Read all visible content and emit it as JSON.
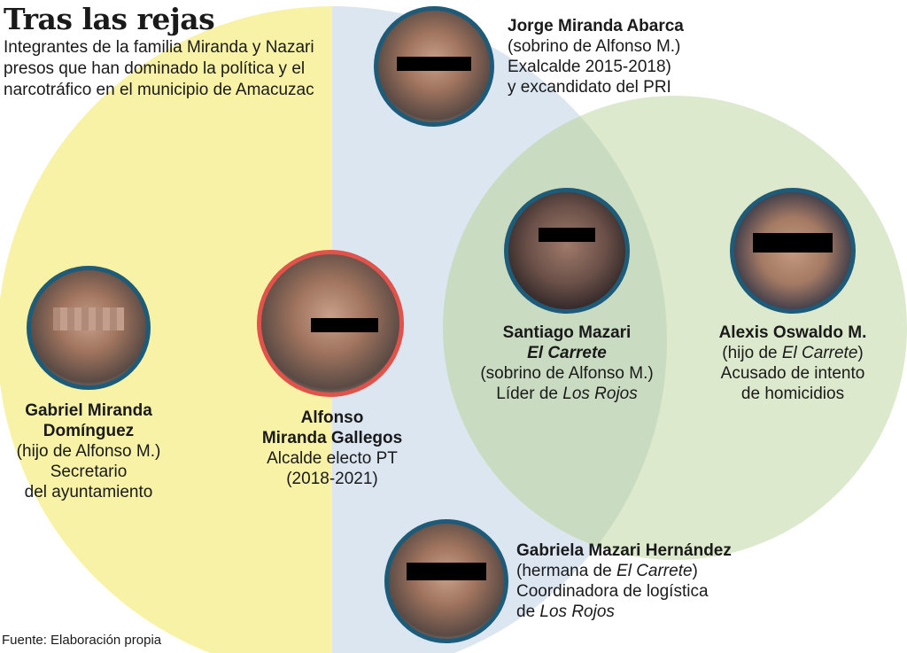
{
  "title": "Tras las rejas",
  "subtitle": "Integrantes de la familia Miranda y Nazari presos que han dominado la política y el narcotráfico en el municipio de Amacuzac",
  "colors": {
    "yellow": "#f7f2a6",
    "blue": "#dbe6f1",
    "green": "#dde9cd",
    "green_overlap": "#c9dcc2",
    "border": "#1d5b78",
    "border_red": "#e0524a"
  },
  "people": {
    "jorge": {
      "name": "Jorge Miranda Abarca",
      "relation": "(sobrino de Alfonso M.)",
      "role1": "Exalcalde 2015-2018)",
      "role2": "y excandidato del PRI"
    },
    "gabriel": {
      "name1": "Gabriel Miranda",
      "name2": "Domínguez",
      "relation": "(hijo de Alfonso M.)",
      "role1": "Secretario",
      "role2": "del ayuntamiento"
    },
    "alfonso": {
      "name1": "Alfonso",
      "name2": "Miranda Gallegos",
      "role1": "Alcalde electo PT",
      "role2": "(2018-2021)"
    },
    "santiago": {
      "name": "Santiago Mazari",
      "alias": "El Carrete",
      "relation": "(sobrino de Alfonso M.)",
      "role_prefix": "Líder de ",
      "role_group": "Los Rojos"
    },
    "alexis": {
      "name": "Alexis Oswaldo M.",
      "relation_prefix": "(hijo de ",
      "relation_alias": "El Carrete",
      "relation_suffix": ")",
      "role1": "Acusado de intento",
      "role2": "de homicidios"
    },
    "gabriela": {
      "name": "Gabriela Mazari Hernández",
      "relation_prefix": "(hermana de ",
      "relation_alias": "El Carrete",
      "relation_suffix": ")",
      "role1": "Coordinadora de logística",
      "role2_prefix": "de ",
      "role2_group": "Los Rojos"
    }
  },
  "source": "Fuente: Elaboración propia"
}
